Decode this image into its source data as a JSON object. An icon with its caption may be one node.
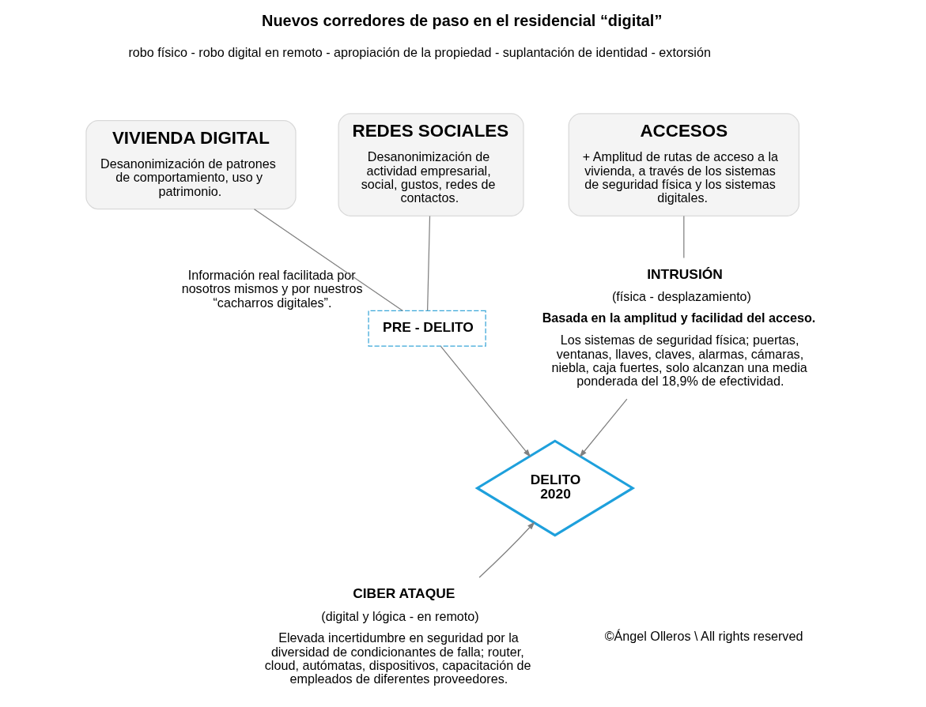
{
  "diagram": {
    "title": "Nuevos corredores de paso en el residencial “digital”",
    "nodes": [
      {
        "text": [
          "VIVIENDA DIGITAL",
          "Desanonimización de patrones de comportamiento, uso y patrimonio."
        ]
      },
      {
        "text": [
          "REDES SOCIALES",
          "Desanonimización de actividad empresarial, social, gustos, redes de contactos."
        ]
      },
      {
        "text": [
          "ACCESOS",
          "+ Amplitud de rutas de acceso a la vivienda, a través de los sistemas de seguridad física y los sistemas digitales."
        ]
      },
      {
        "text": [
          "PRE - DELITO"
        ],
        "beside": [
          "Información real facilitada por nosotros mismos y por nuestros “cacharros digitales”."
        ]
      },
      {
        "text": [
          "INTRUSIÓN",
          "(física - desplazamiento)",
          "Basada en la amplitud y facilidad del acceso.",
          "Los sistemas de seguridad física; puertas, ventanas, llaves, claves, alarmas, cámaras, niebla, caja fuertes, solo alcanzan una media ponderada del 18,9% de efectividad."
        ]
      },
      {
        "text": [
          "DELITO 2020"
        ]
      },
      {
        "text": [
          "CIBER ATAQUE",
          "(digital y lógica - en remoto)",
          "Elevada incertidumbre en seguridad por la diversidad de condicionantes de falla; router, cloud, autómatas, dispositivos, capacitación de empleados de diferentes proveedores."
        ]
      }
    ],
    "edges": [
      {
        "from": 0,
        "to": 3,
        "arrow": "none"
      },
      {
        "from": 1,
        "to": 3,
        "arrow": "none"
      },
      {
        "from": 2,
        "to": 4,
        "arrow": "none"
      },
      {
        "from": 3,
        "to": 5,
        "arrow": "to"
      },
      {
        "from": 4,
        "to": 5,
        "arrow": "to"
      },
      {
        "from": 6,
        "to": 5,
        "arrow": "to"
      }
    ],
    "labels": [
      "robo físico - robo digital en remoto - apropiación de la propiedad - suplantación de identidad - extorsión",
      "©Ángel Olleros \\ All rights reserved"
    ]
  }
}
